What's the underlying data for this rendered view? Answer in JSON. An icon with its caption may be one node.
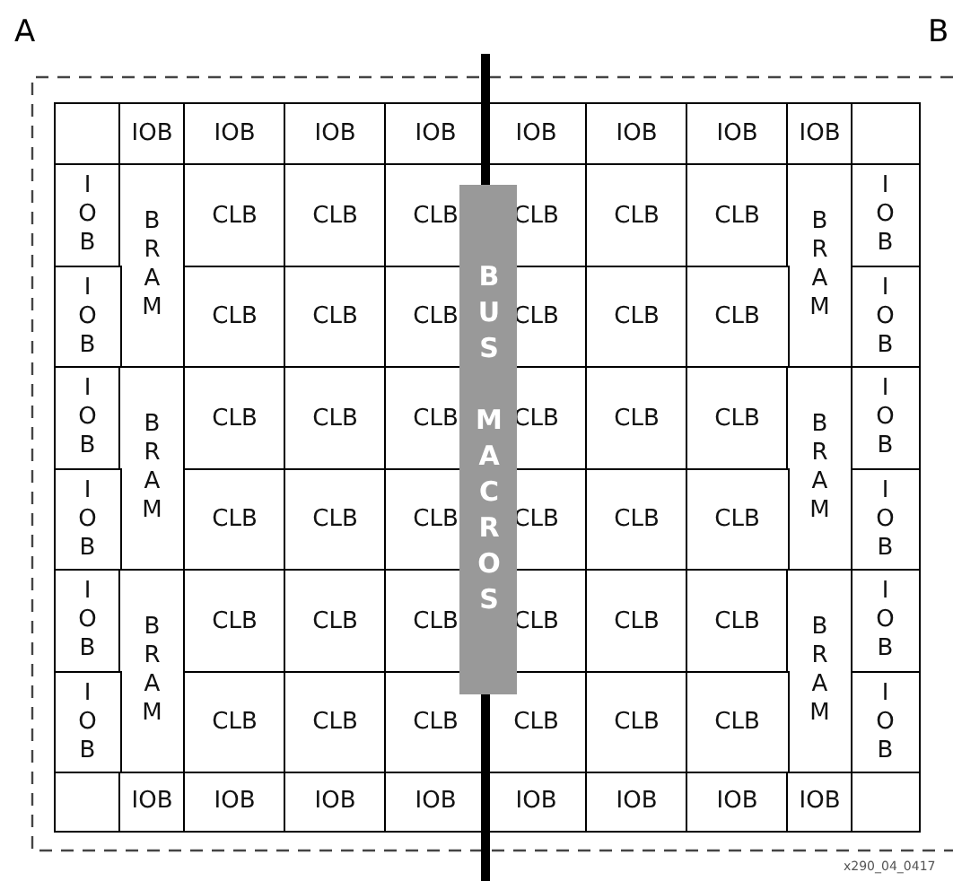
{
  "diagram": {
    "nodes": [
      {
        "text": [
          "BUS MACROS"
        ]
      }
    ],
    "edges": [],
    "labels": [
      "A",
      "B",
      "IOB",
      "IOB",
      "IOB",
      "IOB",
      "IOB",
      "IOB",
      "IOB",
      "IOB",
      "IOB",
      "BRAM",
      "CLB",
      "CLB",
      "CLB",
      "CLB",
      "CLB",
      "CLB",
      "BRAM",
      "IOB",
      "IOB",
      "CLB",
      "CLB",
      "CLB",
      "CLB",
      "CLB",
      "CLB",
      "IOB",
      "IOB",
      "BRAM",
      "CLB",
      "CLB",
      "CLB",
      "CLB",
      "CLB",
      "CLB",
      "BRAM",
      "IOB",
      "IOB",
      "CLB",
      "CLB",
      "CLB",
      "CLB",
      "CLB",
      "CLB",
      "IOB",
      "IOB",
      "BRAM",
      "CLB",
      "CLB",
      "CLB",
      "CLB",
      "CLB",
      "CLB",
      "BRAM",
      "IOB",
      "IOB",
      "CLB",
      "CLB",
      "CLB",
      "CLB",
      "CLB",
      "CLB",
      "IOB",
      "IOB",
      "IOB",
      "IOB",
      "IOB",
      "IOB",
      "IOB",
      "IOB",
      "IOB",
      "x290_04_0417"
    ]
  }
}
